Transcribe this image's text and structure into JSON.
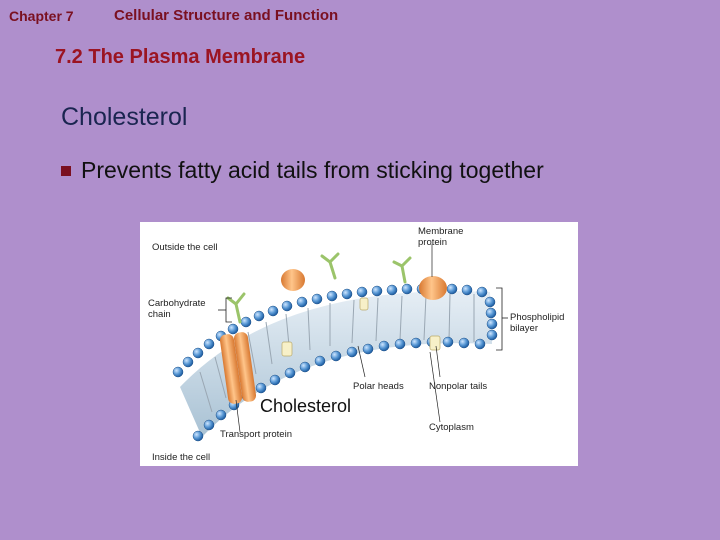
{
  "header": {
    "chapter": "Chapter 7",
    "chapter_title": "Cellular Structure and Function"
  },
  "section": {
    "title": "7.2 The Plasma Membrane"
  },
  "slide": {
    "heading": "Cholesterol",
    "bullets": [
      "Prevents fatty acid tails from sticking together"
    ]
  },
  "figure": {
    "labels": {
      "outside_cell": "Outside the cell",
      "membrane_protein": "Membrane\nprotein",
      "carbohydrate_chain": "Carbohydrate\nchain",
      "phospholipid_bilayer": "Phospholipid\nbilayer",
      "polar_heads": "Polar heads",
      "nonpolar_tails": "Nonpolar tails",
      "cholesterol": "Cholesterol",
      "cytoplasm": "Cytoplasm",
      "transport_protein": "Transport protein",
      "inside_cell": "Inside the cell"
    }
  },
  "colors": {
    "background": "#af8fcc",
    "header_text": "#7a1020",
    "heading_text": "#1a2550",
    "head_blue": "#3b7fc4",
    "protein_orange": "#f0a060",
    "tail_gray": "#b8b8b8"
  }
}
